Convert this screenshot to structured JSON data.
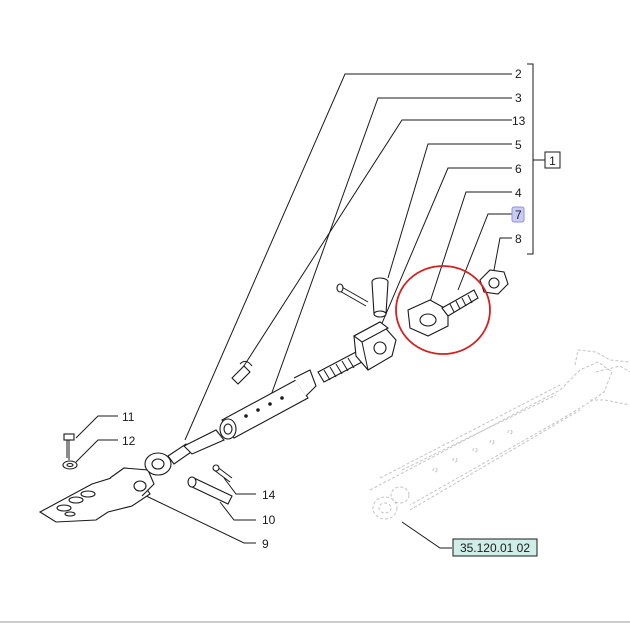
{
  "diagram": {
    "group_label": "1",
    "callouts": [
      "2",
      "3",
      "13",
      "5",
      "6",
      "4",
      "7",
      "8",
      "11",
      "12",
      "14",
      "10",
      "9"
    ],
    "highlighted_callout": "7",
    "reference_code": "35.120.01 02",
    "colors": {
      "highlight_box": "#c9ccf2",
      "reference_box": "#cfeee8",
      "circle": "#d42020",
      "line": "#1a1a1a",
      "background_part": "#c4c4c4"
    }
  }
}
